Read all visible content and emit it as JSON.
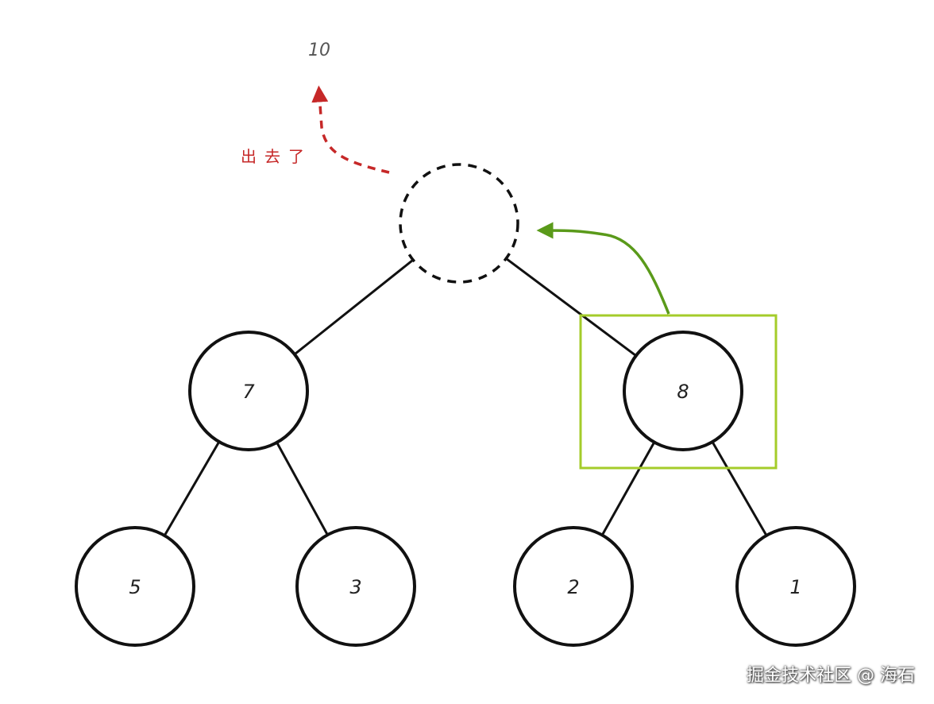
{
  "diagram": {
    "popped_value": "10",
    "annotation": "出去了",
    "nodes": [
      {
        "id": "root",
        "label": "",
        "dashed": true
      },
      {
        "id": "n7",
        "label": "7"
      },
      {
        "id": "n8",
        "label": "8"
      },
      {
        "id": "n5",
        "label": "5"
      },
      {
        "id": "n3",
        "label": "3"
      },
      {
        "id": "n2",
        "label": "2"
      },
      {
        "id": "n1",
        "label": "1"
      }
    ],
    "edges": [
      [
        "root",
        "n7"
      ],
      [
        "root",
        "n8"
      ],
      [
        "n7",
        "n5"
      ],
      [
        "n7",
        "n3"
      ],
      [
        "n8",
        "n2"
      ],
      [
        "n8",
        "n1"
      ]
    ],
    "highlighted_node": "n8",
    "colors": {
      "node_stroke": "#111111",
      "popped_arrow": "#c62828",
      "promote_arrow": "#5a9a1a",
      "highlight_box": "#a4cc2a"
    }
  },
  "watermark": "掘金技术社区 @ 海石"
}
